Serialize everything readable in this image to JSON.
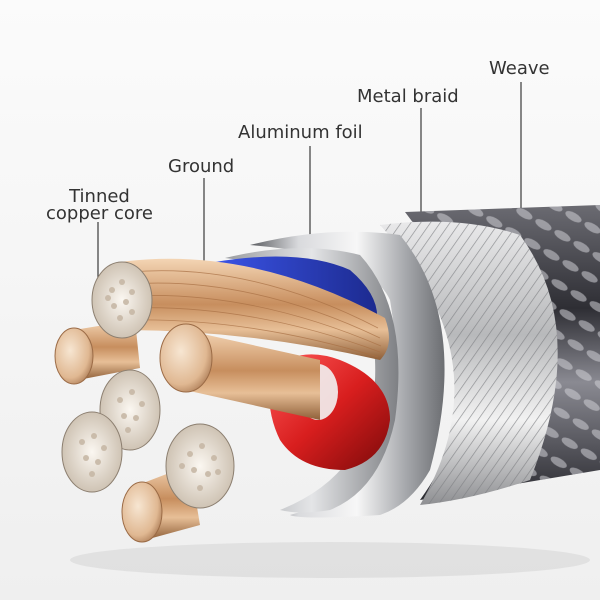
{
  "labels": {
    "weave": "Weave",
    "metal_braid": "Metal braid",
    "aluminum_foil": "Aluminum foil",
    "ground": "Ground",
    "tinned_line1": "Tinned",
    "tinned_line2": "copper core"
  },
  "colors": {
    "background": "#f6f6f6",
    "copper": "#d9a77a",
    "tinned_strand": "#efeae3",
    "red_insulation": "#d81e1e",
    "blue_insulation": "#2a3fc9",
    "aluminum": "#b9bcc0",
    "weave_dark": "#3c3c42"
  }
}
